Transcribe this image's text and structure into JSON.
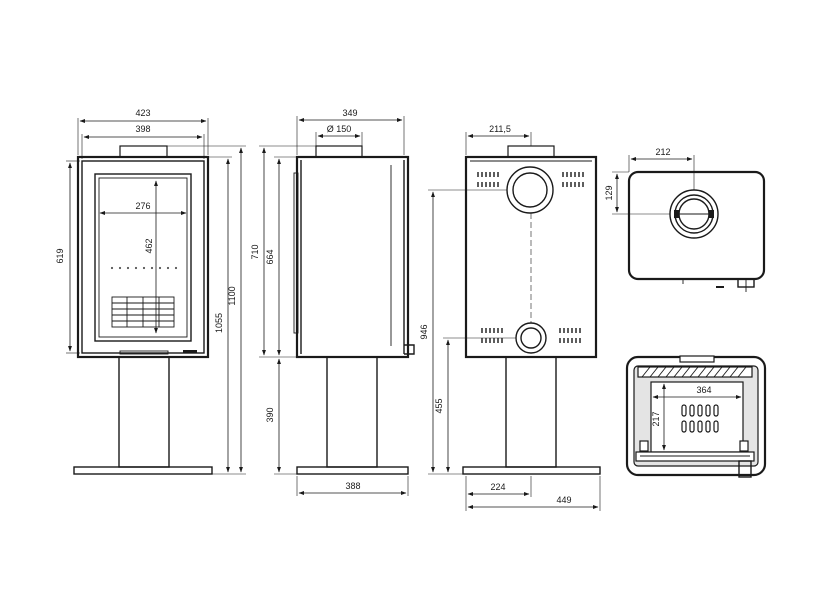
{
  "dimensions": {
    "front_width_outer": "423",
    "front_width_inner": "398",
    "glass_width": "276",
    "glass_height": "462",
    "body_height_front": "619",
    "height_to_top_body": "1055",
    "total_height": "1100",
    "side_depth": "349",
    "flue_diameter": "Ø 150",
    "side_height_outer": "710",
    "side_height_inner": "664",
    "pedestal_height": "390",
    "base_depth": "388",
    "rear_flue_offset": "211,5",
    "rear_outlet_height": "946",
    "rear_lower_outlet_height": "455",
    "base_width_rear": "449",
    "base_offset_rear": "224",
    "top_flue_offset_x": "212",
    "top_flue_offset_y": "129",
    "section_width": "364",
    "section_height": "217"
  }
}
